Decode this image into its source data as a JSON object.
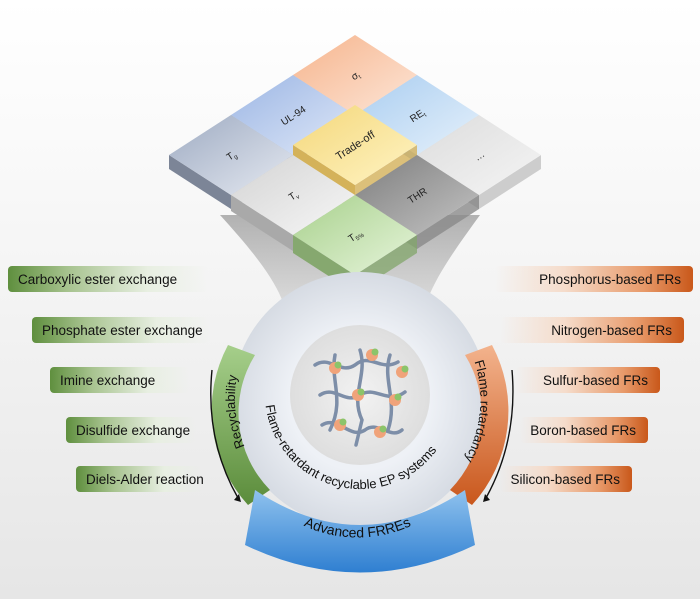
{
  "tiles": {
    "sigma": {
      "main": "σ",
      "sub": "t"
    },
    "ul94": {
      "main": "UL-94"
    },
    "re": {
      "main": "RE",
      "sub": "t"
    },
    "tg": {
      "main": "T",
      "sub": "g"
    },
    "tradeoff": {
      "main": "Trade-off"
    },
    "more": {
      "main": "…"
    },
    "tv": {
      "main": "T",
      "sub": "v"
    },
    "thr": {
      "main": "THR"
    },
    "t5": {
      "main": "T",
      "sub": "5%"
    }
  },
  "left_items": [
    {
      "label": "Carboxylic ester exchange"
    },
    {
      "label": "Phosphate ester exchange"
    },
    {
      "label": "Imine exchange"
    },
    {
      "label": "Disulfide exchange"
    },
    {
      "label": "Diels-Alder reaction"
    }
  ],
  "right_items": [
    {
      "label": "Phosphorus-based FRs"
    },
    {
      "label": "Nitrogen-based FRs"
    },
    {
      "label": "Sulfur-based FRs"
    },
    {
      "label": "Boron-based FRs"
    },
    {
      "label": "Silicon-based FRs"
    }
  ],
  "ring": {
    "center_label": "Flame-retardant recyclable EP systems",
    "left_arc": "Recyclability",
    "right_arc": "Flame retardancy",
    "bottom_arc": "Advanced FRREs"
  },
  "colors": {
    "green": "#5f8f3e",
    "orange": "#d0652a",
    "blue": "#3d8ad6",
    "yellow": "#f6dd8a"
  }
}
